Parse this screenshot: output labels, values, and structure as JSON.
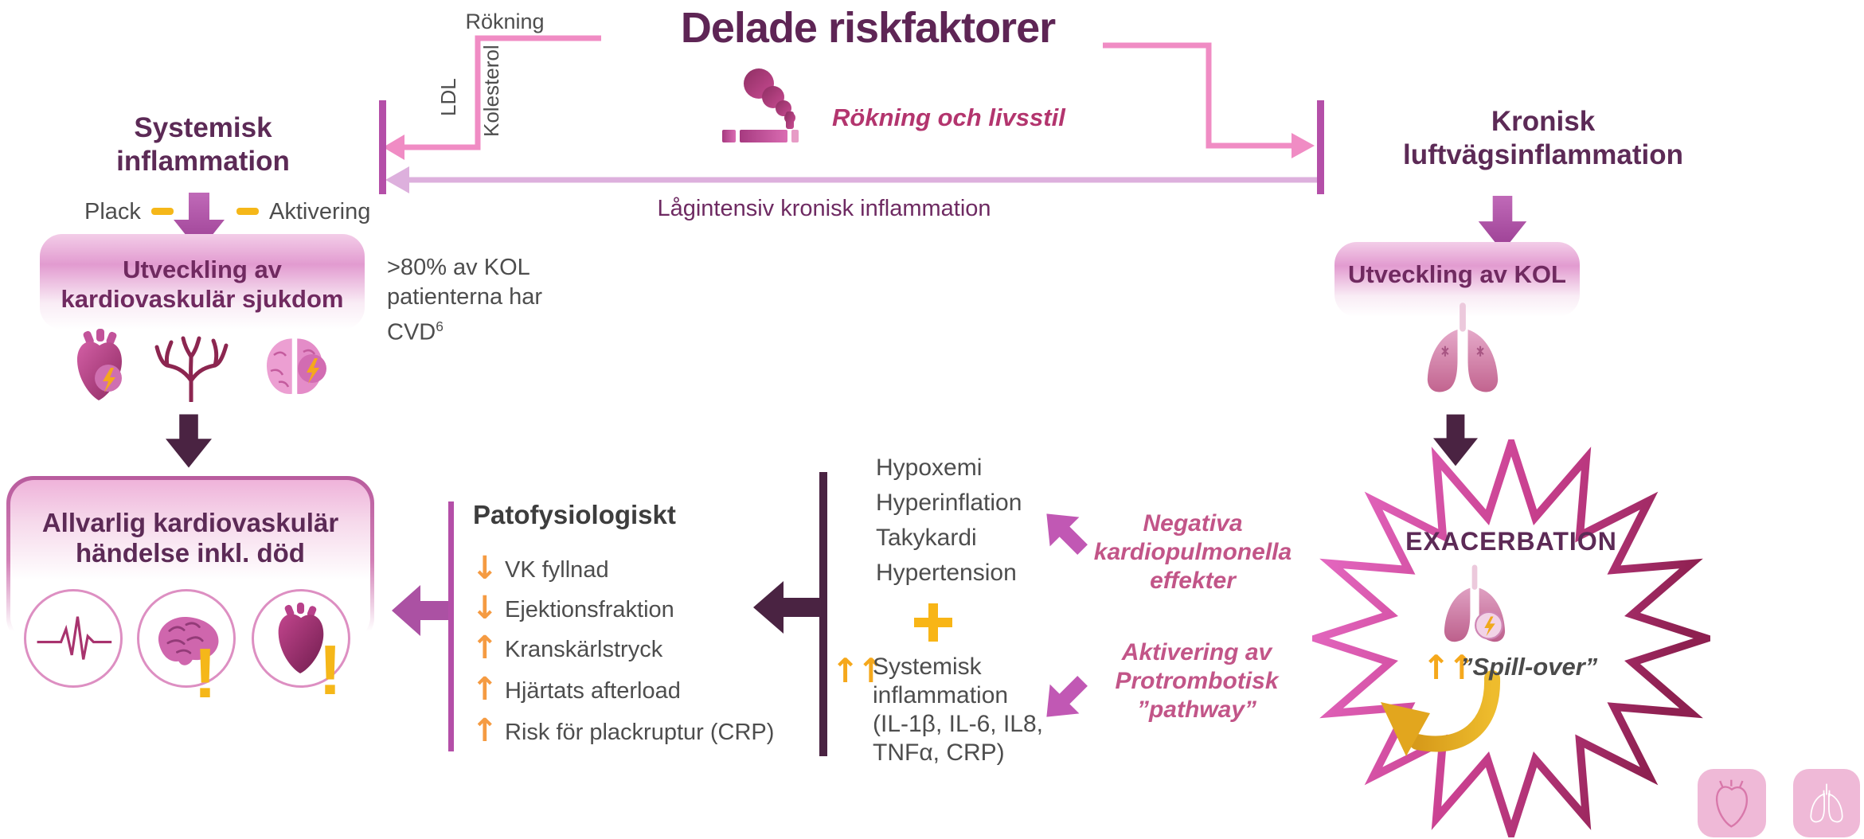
{
  "title": "Delade riskfaktorer",
  "colors": {
    "accent_magenta": "#b44fa8",
    "accent_pink": "#f08cc4",
    "pale_pink": "#ddb0dd",
    "dark_purple": "#5e2555",
    "dark_plum": "#4a2342",
    "gold": "#f5b719",
    "orange": "#f59b42",
    "rose": "#c25588",
    "text_gray": "#4d4d4d"
  },
  "top": {
    "rokning_label": "Rökning",
    "ldl_label": "LDL",
    "kolesterol_label": "Kolesterol",
    "lifestyle_caption": "Rökning och livsstil",
    "low_grade_inflammation_label": "Lågintensiv kronisk inflammation"
  },
  "left": {
    "heading_line1": "Systemisk",
    "heading_line2": "inflammation",
    "plack_label": "Plack",
    "aktivering_label": "Aktivering",
    "cvd_box_line1": "Utveckling av",
    "cvd_box_line2": "kardiovaskulär sjukdom",
    "stat_line1": ">80% av KOL",
    "stat_line2": "patienterna har",
    "stat_line3": "CVD",
    "stat_superscript": "6",
    "event_box_line1": "Allvarlig kardiovaskulär",
    "event_box_line2": "händelse inkl. död",
    "warning_mark": "!"
  },
  "patho": {
    "heading": "Patofysiologiskt",
    "items": [
      {
        "arrow": "↓",
        "label": "VK fyllnad"
      },
      {
        "arrow": "↓",
        "label": "Ejektionsfraktion"
      },
      {
        "arrow": "↑",
        "label": "Kranskärlstryck"
      },
      {
        "arrow": "↑",
        "label": "Hjärtats afterload"
      },
      {
        "arrow": "↑",
        "label": "Risk för plackruptur (CRP)"
      }
    ]
  },
  "middle": {
    "acute_effects": [
      "Hypoxemi",
      "Hyperinflation",
      "Takykardi",
      "Hypertension"
    ],
    "plus_sign": "+",
    "double_up_arrows": "↑↑",
    "systemic_line1": "Systemisk",
    "systemic_line2": "inflammation",
    "systemic_line3": "(IL-1β, IL-6, IL8,",
    "systemic_line4": "TNFα, CRP)",
    "negativa_line1": "Negativa",
    "negativa_line2": "kardiopulmonella",
    "negativa_line3": "effekter",
    "aktivering_line1": "Aktivering av",
    "aktivering_line2": "Protrombotisk",
    "aktivering_line3": "”pathway”"
  },
  "right": {
    "heading_line1": "Kronisk",
    "heading_line2": "luftvägsinflammation",
    "kol_box_label": "Utveckling av KOL",
    "exacerbation_label": "EXACERBATION",
    "double_up_arrows": "↑↑",
    "spillover_label": "”Spill-over”"
  },
  "icons": [
    "cigarette-smoke-icon",
    "heart-attack-icon",
    "blood-vessels-icon",
    "brain-stroke-icon",
    "down-arrow-icon",
    "left-arrow-icon",
    "diagonal-arrow-icon",
    "ecg-icon",
    "brain-icon",
    "heart-icon",
    "lungs-icon",
    "lightning-icon",
    "plus-icon",
    "spillover-curved-arrow-icon",
    "heart-button-icon",
    "lungs-button-icon"
  ]
}
